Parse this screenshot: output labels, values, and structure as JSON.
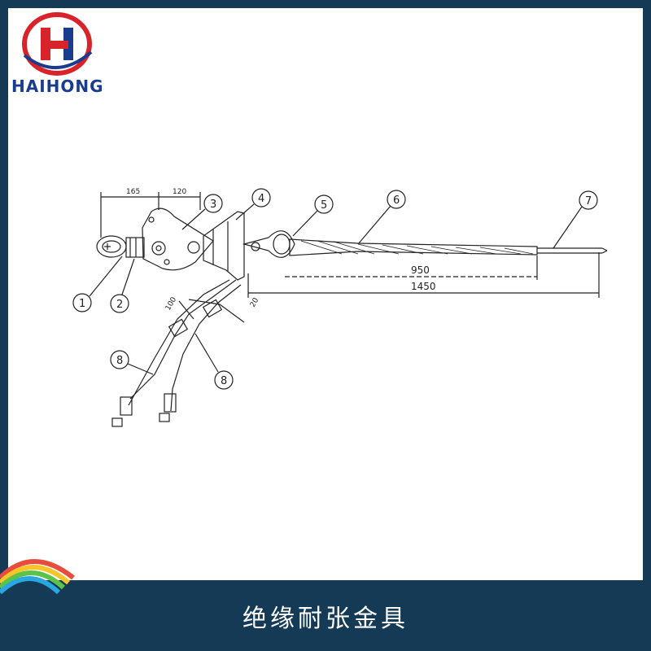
{
  "brand": {
    "name": "HAIHONG",
    "mark_letter": "H",
    "colors": {
      "red": "#d8232a",
      "blue": "#1a3c8c"
    }
  },
  "diagram": {
    "callouts": [
      "1",
      "2",
      "3",
      "4",
      "5",
      "6",
      "7",
      "8",
      "8"
    ],
    "dimensions": {
      "d1": "165",
      "d2": "120",
      "d3": "100",
      "d4": "20",
      "d5": "950",
      "d6": "1450"
    }
  },
  "caption": "绝缘耐张金具",
  "colors": {
    "background": "#143a55",
    "panel": "#ffffff"
  }
}
